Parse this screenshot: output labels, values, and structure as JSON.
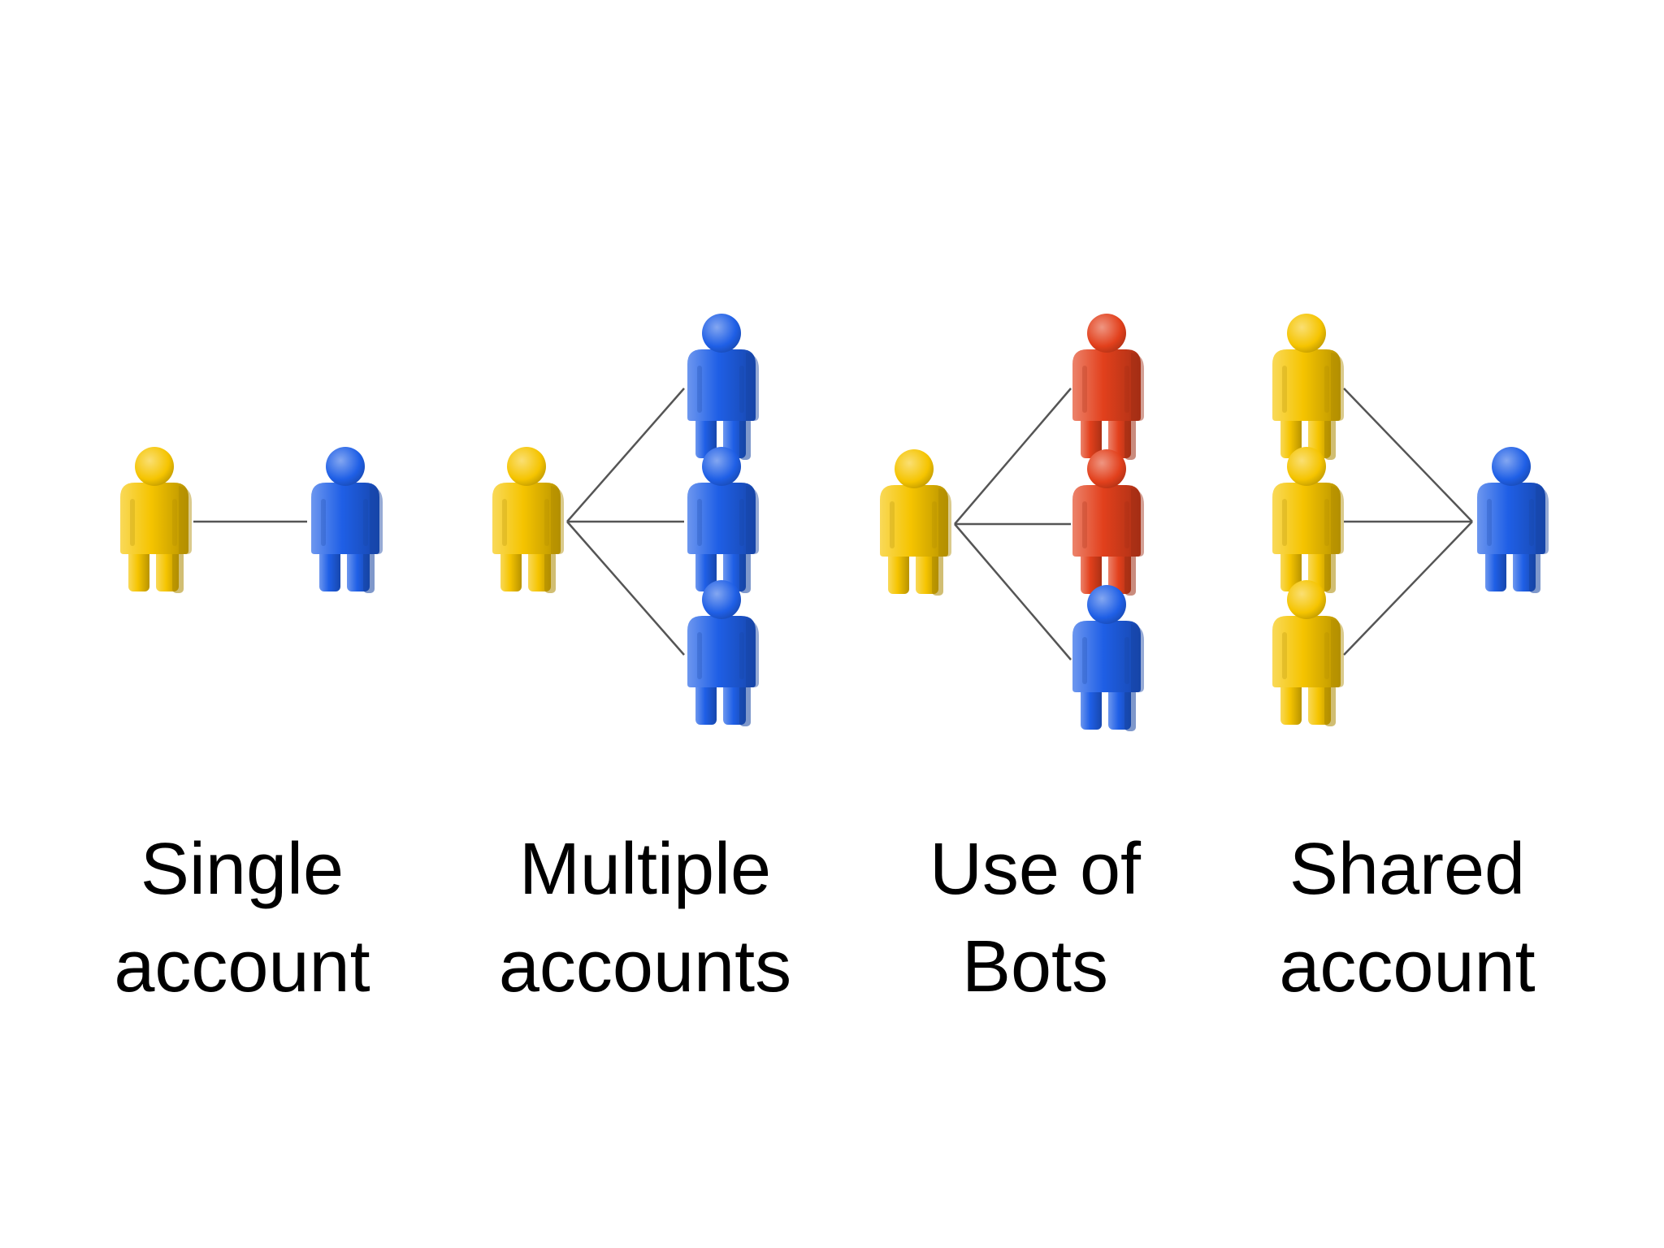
{
  "colors": {
    "user": "#f5c400",
    "account": "#1f5fe6",
    "bot": "#e2401c",
    "edge": "#555555"
  },
  "panels": [
    {
      "id": "single-account",
      "label_line1": "Single",
      "label_line2": "account",
      "left": [
        {
          "role": "user"
        }
      ],
      "right": [
        {
          "role": "account"
        }
      ]
    },
    {
      "id": "multiple-accounts",
      "label_line1": "Multiple",
      "label_line2": "accounts",
      "left": [
        {
          "role": "user"
        }
      ],
      "right": [
        {
          "role": "account"
        },
        {
          "role": "account"
        },
        {
          "role": "account"
        }
      ]
    },
    {
      "id": "use-of-bots",
      "label_line1": "Use of",
      "label_line2": "Bots",
      "left": [
        {
          "role": "user"
        }
      ],
      "right": [
        {
          "role": "bot"
        },
        {
          "role": "bot"
        },
        {
          "role": "account"
        }
      ]
    },
    {
      "id": "shared-account",
      "label_line1": "Shared",
      "label_line2": "account",
      "left": [
        {
          "role": "user"
        },
        {
          "role": "user"
        },
        {
          "role": "user"
        }
      ],
      "right": [
        {
          "role": "account"
        }
      ]
    }
  ]
}
